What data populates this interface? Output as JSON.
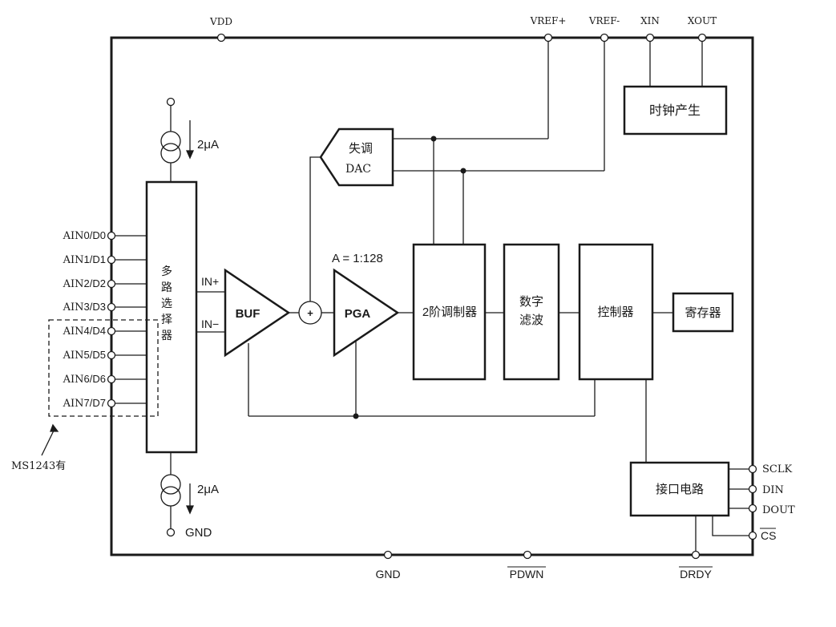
{
  "colors": {
    "ink": "#1a1a1a",
    "background": "#ffffff"
  },
  "pins_top": {
    "vdd": "VDD",
    "vref_plus": "VREF+",
    "vref_minus": "VREF-",
    "xin": "XIN",
    "xout": "XOUT"
  },
  "pins_bottom": {
    "gnd": "GND",
    "pdwn": "PDWN",
    "drdy": "DRDY"
  },
  "pins_right": {
    "sclk": "SCLK",
    "din": "DIN",
    "dout": "DOUT",
    "cs": "CS"
  },
  "analog_inputs": [
    {
      "prefix": "AIN",
      "suffix": "0/D0"
    },
    {
      "prefix": "AIN",
      "suffix": "1/D1"
    },
    {
      "prefix": "AIN",
      "suffix": "2/D2"
    },
    {
      "prefix": "AIN",
      "suffix": "3/D3"
    },
    {
      "prefix": "AIN",
      "suffix": "4/D4"
    },
    {
      "prefix": "AIN",
      "suffix": "5/D5"
    },
    {
      "prefix": "AIN",
      "suffix": "6/D6"
    },
    {
      "prefix": "AIN",
      "suffix": "7/D7"
    }
  ],
  "blocks": {
    "mux_chars": [
      "多",
      "路",
      "选",
      "择",
      "器"
    ],
    "clock": "时钟产生",
    "offset_dac_line1": "失调",
    "offset_dac_line2": "DAC",
    "buf": "BUF",
    "pga": "PGA",
    "pga_gain": "A = 1:128",
    "summer": "+",
    "modulator": "2阶调制器",
    "filter_line1": "数字",
    "filter_line2": "滤波",
    "controller": "控制器",
    "register": "寄存器",
    "interface": "接口电路"
  },
  "labels": {
    "current_top": "2μA",
    "current_bottom": "2μA",
    "gnd_inner": "GND",
    "in_plus": "IN+",
    "in_minus": "IN−",
    "ms1243_note": "MS1243有"
  }
}
